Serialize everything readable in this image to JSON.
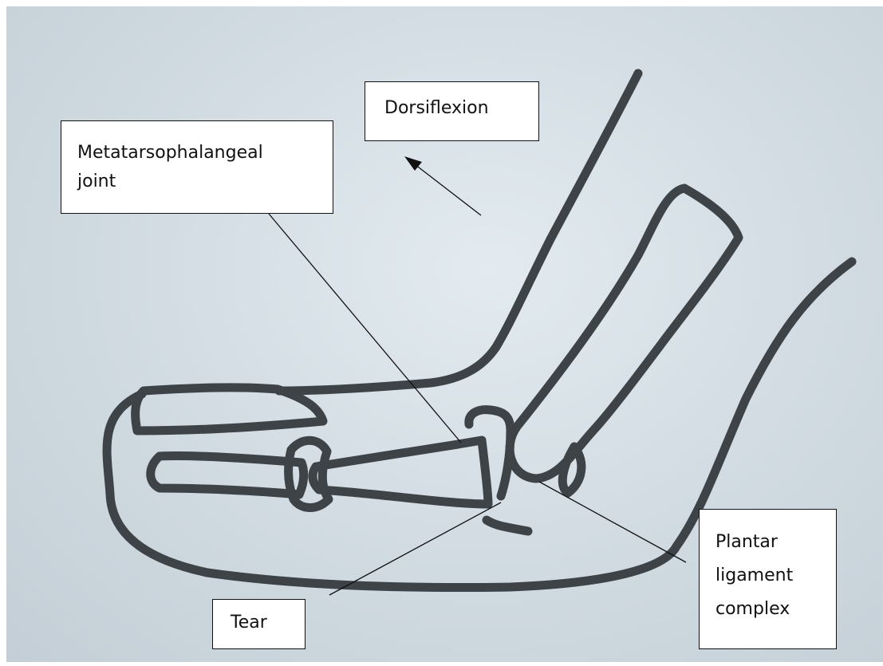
{
  "labels": {
    "dorsiflexion": "Dorsiflexion",
    "mtp_line1": "Metatarsophalangeal",
    "mtp_line2": "joint",
    "tear": "Tear",
    "plantar_line1": "Plantar",
    "plantar_line2": "ligament",
    "plantar_line3": "complex"
  },
  "colors": {
    "marker": "#3e4347",
    "background": "#d3dde3",
    "leader": "#111111"
  }
}
